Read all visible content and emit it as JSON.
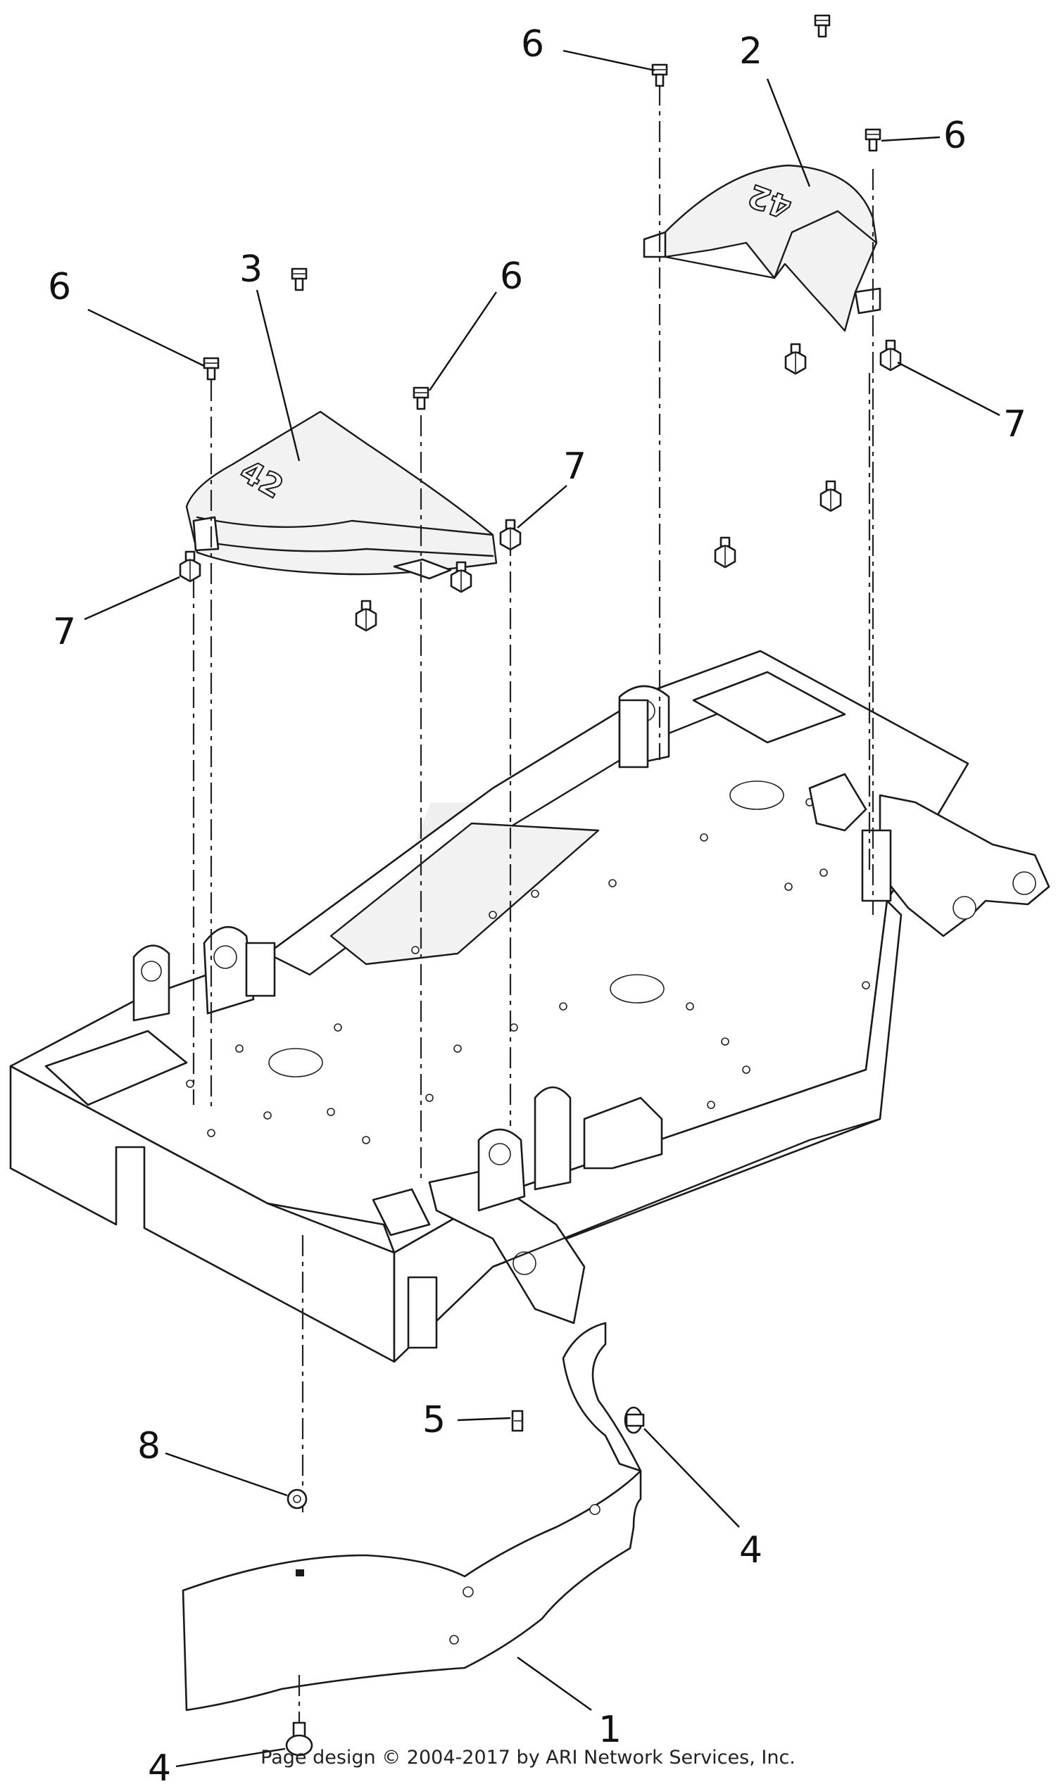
{
  "footer": {
    "text": "Page design © 2004-2017 by ARI Network Services, Inc."
  },
  "watermark": "ARI",
  "engravings": {
    "cover_left": "42",
    "cover_right": "42"
  },
  "callouts": [
    {
      "id": "c6a",
      "text": "6"
    },
    {
      "id": "c2",
      "text": "2"
    },
    {
      "id": "c6b",
      "text": "6"
    },
    {
      "id": "c6c",
      "text": "6"
    },
    {
      "id": "c3",
      "text": "3"
    },
    {
      "id": "c6d",
      "text": "6"
    },
    {
      "id": "c7a",
      "text": "7"
    },
    {
      "id": "c7b",
      "text": "7"
    },
    {
      "id": "c7c",
      "text": "7"
    },
    {
      "id": "c5",
      "text": "5"
    },
    {
      "id": "c8",
      "text": "8"
    },
    {
      "id": "c4a",
      "text": "4"
    },
    {
      "id": "c1",
      "text": "1"
    },
    {
      "id": "c4b",
      "text": "4"
    }
  ]
}
